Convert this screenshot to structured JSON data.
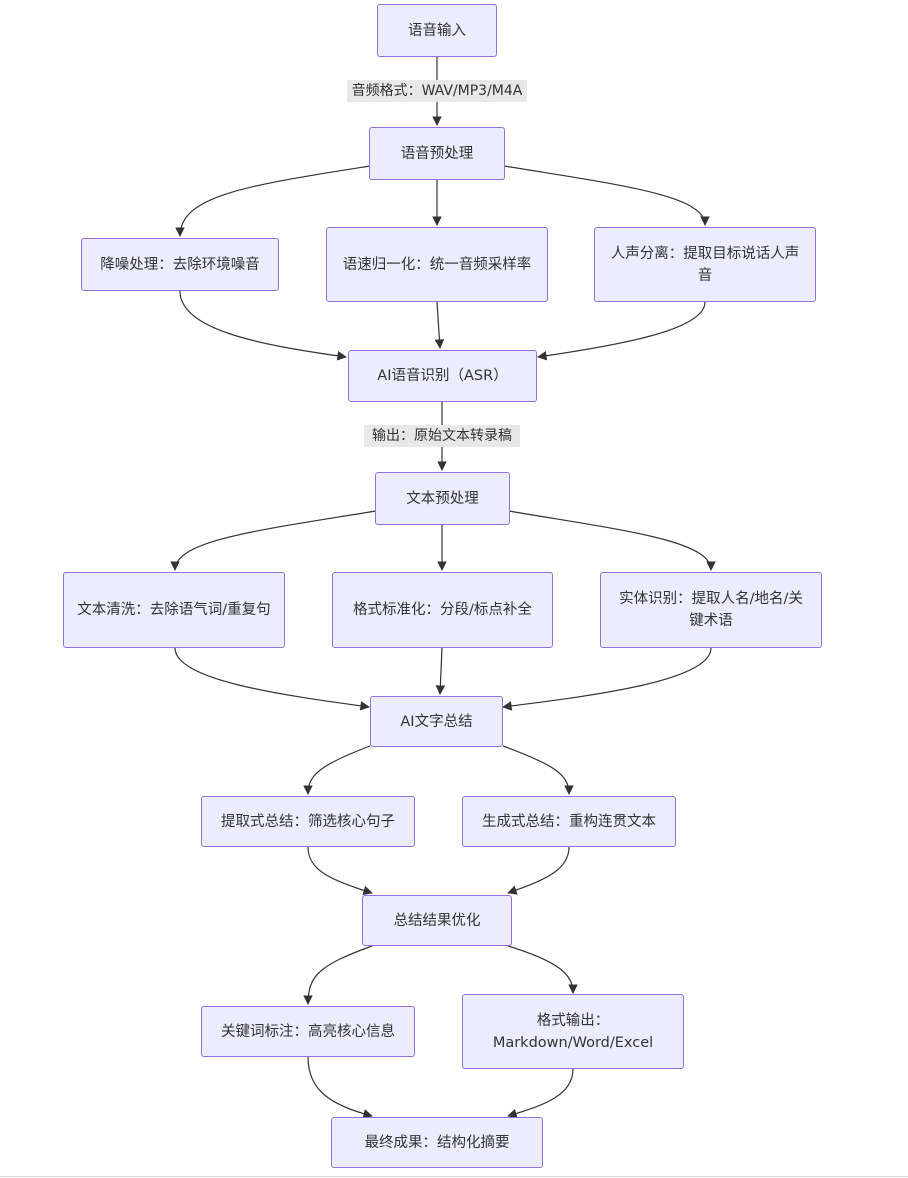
{
  "colors": {
    "node_fill": "#ececff",
    "node_border": "#9370db",
    "edge": "#333333",
    "edge_label_bg": "#e8e8e8",
    "text": "#333333"
  },
  "nodes": {
    "voice_input": "语音输入",
    "voice_preprocess": "语音预处理",
    "denoise": "降噪处理：去除环境噪音",
    "speed_normalize": "语速归一化：统一音频采样率",
    "speaker_separation": "人声分离：提取目标说话人声音",
    "asr": "AI语音识别（ASR）",
    "text_preprocess": "文本预处理",
    "text_clean": "文本清洗：去除语气词/重复句",
    "format_normalize": "格式标准化：分段/标点补全",
    "entity_recognition": "实体识别：提取人名/地名/关键术语",
    "ai_summary": "AI文字总结",
    "extractive_summary": "提取式总结：筛选核心句子",
    "generative_summary": "生成式总结：重构连贯文本",
    "summary_optimize": "总结结果优化",
    "keyword_highlight": "关键词标注：高亮核心信息",
    "format_output_line1": "格式输出：",
    "format_output_line2": "Markdown/Word/Excel",
    "final_result": "最终成果：结构化摘要"
  },
  "edge_labels": {
    "audio_format": "音频格式：WAV/MP3/M4A",
    "asr_output": "输出：原始文本转录稿"
  }
}
